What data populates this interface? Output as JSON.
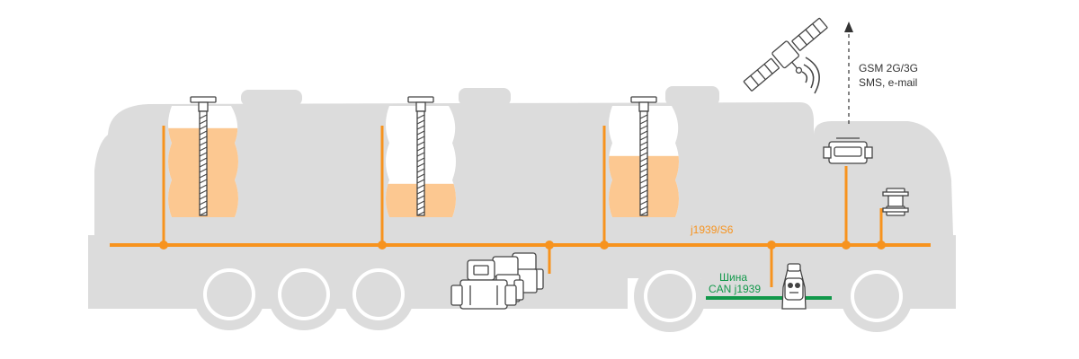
{
  "labels": {
    "comm_line1": "GSM 2G/3G",
    "comm_line2": "SMS, e-mail",
    "bus_label": "j1939/S6",
    "can_line1": "Шина",
    "can_line2": "CAN j1939"
  },
  "tanks": [
    {
      "id": "tank-1",
      "fill_level": 0.8
    },
    {
      "id": "tank-2",
      "fill_level": 0.3
    },
    {
      "id": "tank-3",
      "fill_level": 0.55
    }
  ],
  "colors": {
    "truck": "#dcdcdc",
    "bus": "#f7931e",
    "fuel": "#fcc891",
    "can_bus": "#11984a",
    "can_text": "#11984a",
    "bus_text": "#f7931e",
    "text": "#333333",
    "device_outline": "#444444"
  },
  "icons": {
    "satellite": "satellite-icon",
    "signal": "signal-waves-icon",
    "tracker": "gps-tracker-icon",
    "display": "display-terminal-icon",
    "can_reader": "can-reader-icon",
    "flow_meter": "flow-meter-icon",
    "level_sensor": "fuel-level-sensor-icon"
  }
}
